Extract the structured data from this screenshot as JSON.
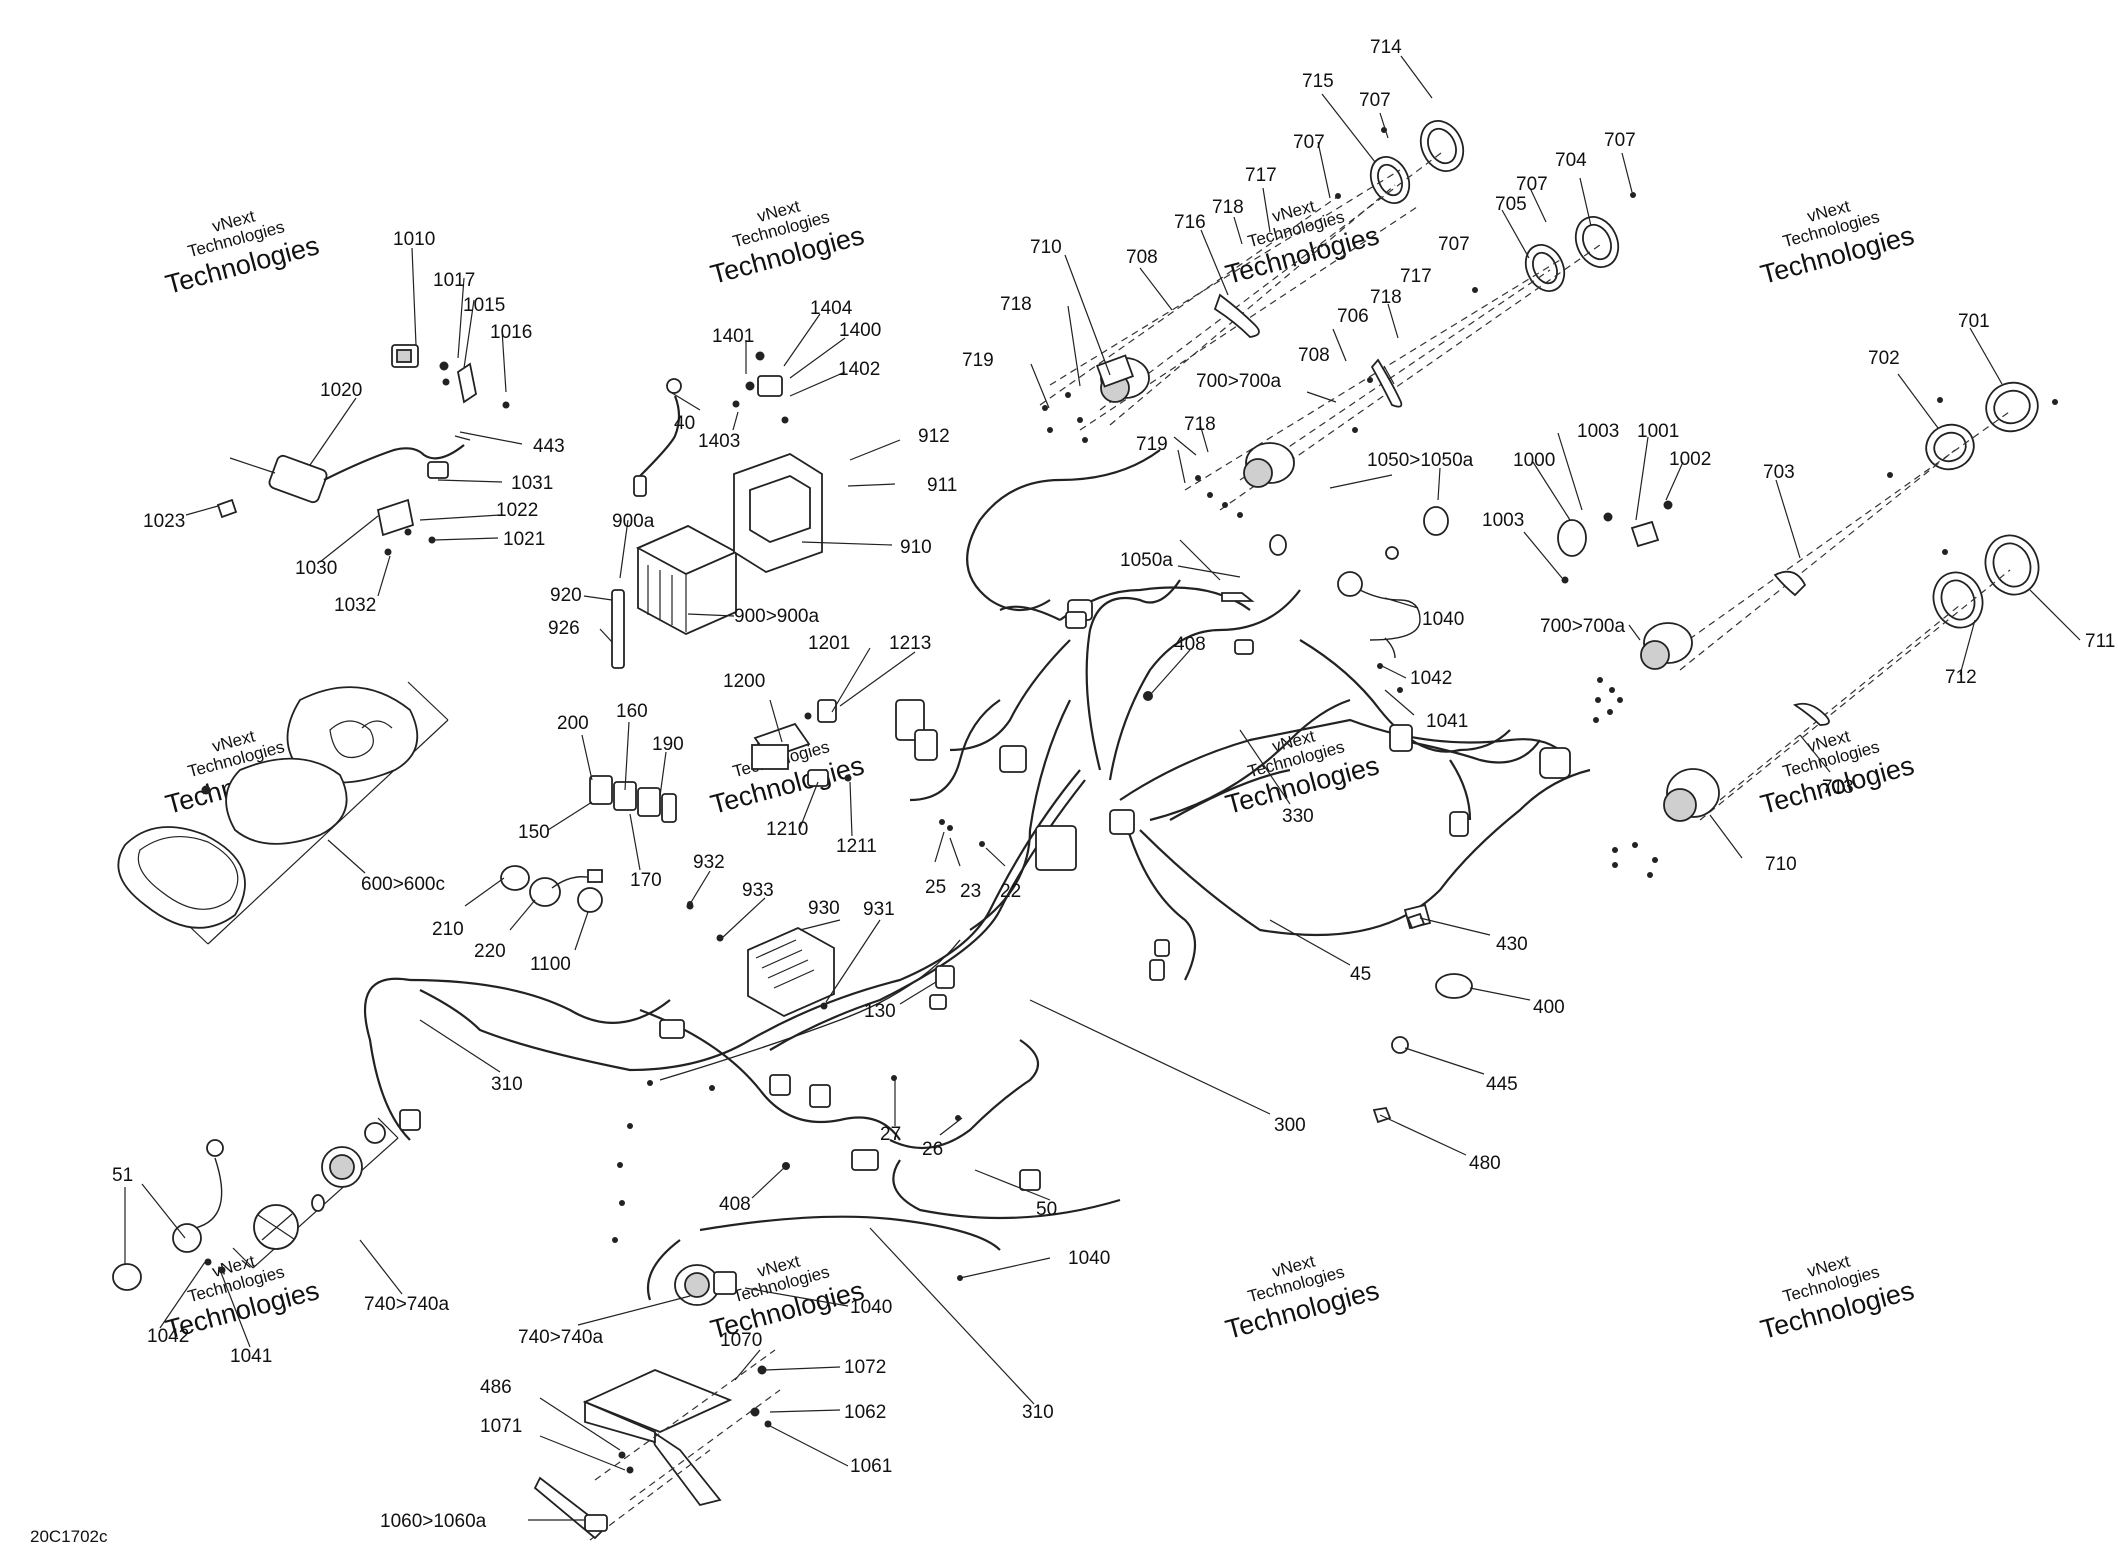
{
  "diagram": {
    "code": "20C1702c",
    "watermark_line1": "vNext",
    "watermark_line2": "Technologies",
    "watermark_full": "vNext Technologies",
    "callouts": [
      "714",
      "715",
      "707",
      "707",
      "707",
      "704",
      "707",
      "705",
      "717",
      "718",
      "716",
      "707",
      "710",
      "708",
      "718",
      "717",
      "718",
      "719",
      "706",
      "708",
      "700>700a",
      "719",
      "718",
      "701",
      "702",
      "1010",
      "1017",
      "1015",
      "1016",
      "1020",
      "443",
      "1031",
      "1022",
      "1021",
      "1023",
      "1030",
      "1032",
      "1404",
      "1401",
      "1400",
      "1402",
      "40",
      "1403",
      "912",
      "911",
      "910",
      "900a",
      "920",
      "900>900a",
      "926",
      "1050>1050a",
      "1003",
      "1001",
      "1002",
      "1000",
      "703",
      "1003",
      "1050a",
      "1040",
      "408",
      "1042",
      "1041",
      "700>700a",
      "711",
      "712",
      "1213",
      "1201",
      "1200",
      "200",
      "160",
      "190",
      "150",
      "170",
      "1210",
      "1211",
      "600>600c",
      "932",
      "933",
      "930",
      "931",
      "210",
      "220",
      "1100",
      "130",
      "25",
      "23",
      "22",
      "330",
      "713",
      "710",
      "430",
      "400",
      "45",
      "445",
      "310",
      "300",
      "480",
      "27",
      "26",
      "50",
      "408",
      "1040",
      "51",
      "1042",
      "1041",
      "740>740a",
      "740>740a",
      "1040",
      "1070",
      "486",
      "1072",
      "1062",
      "1071",
      "1061",
      "310",
      "1060>1060a"
    ]
  }
}
